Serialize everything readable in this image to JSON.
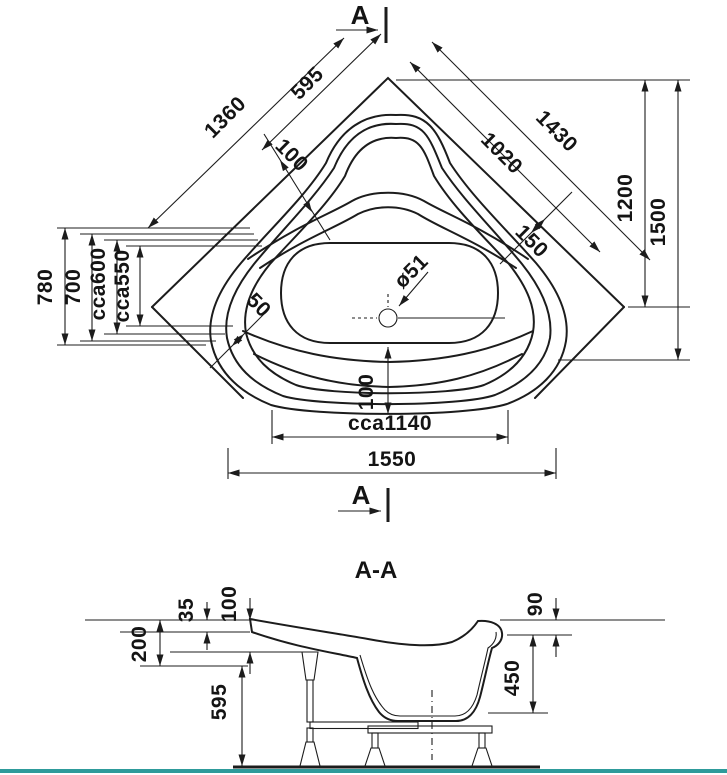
{
  "page": {
    "background": "#ffffff",
    "line_color": "#1c1c1c",
    "accent_baseline_color": "#2E9B9B"
  },
  "plan": {
    "section_marker_top": "A",
    "section_marker_bottom": "A",
    "dims": {
      "left_wall_outer": "1360",
      "left_wall_inner": "595",
      "rim_offset_upper_left": "100",
      "right_wall_outer": "1430",
      "right_wall_inner": "1020",
      "vertical_inner": "1200",
      "vertical_overall": "1500",
      "side_depth_outer": "780",
      "side_depth_rim": "700",
      "side_depth_cca600": "cca600",
      "side_depth_cca550": "cca550",
      "drain_diameter": "ø51",
      "rim_offset_right": "150",
      "rim_offset_lower_left": "50",
      "front_offset": "100",
      "front_width_inner": "cca1140",
      "front_width_overall": "1550"
    }
  },
  "section": {
    "title": "A-A",
    "dims": {
      "rim_edge_thickness": "35",
      "rim_drop": "100",
      "apron_height": "200",
      "floor_to_underside": "595",
      "rim_right_height": "90",
      "shell_depth": "450"
    }
  }
}
